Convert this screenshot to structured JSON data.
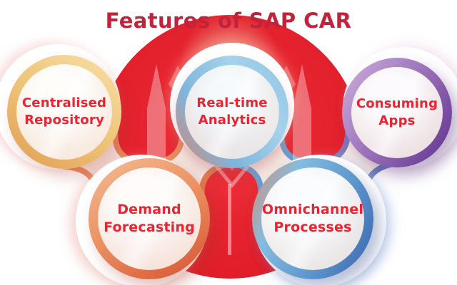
{
  "title": {
    "text": "Features of SAP CAR"
  },
  "bubbles": [
    {
      "id": "centralised-repository",
      "line1": "Centralised",
      "line2": "Repository",
      "ring_colors": [
        "#F7DCA0",
        "#E2A058"
      ]
    },
    {
      "id": "real-time-analytics",
      "line1": "Real-time",
      "line2": "Analytics",
      "ring_colors": [
        "#A5D2EB",
        "#7FB5DC"
      ]
    },
    {
      "id": "consuming-apps",
      "line1": "Consuming",
      "line2": "Apps",
      "ring_colors": [
        "#C9ABD9",
        "#6C3F97"
      ]
    },
    {
      "id": "demand-forecasting",
      "line1": "Demand",
      "line2": "Forecasting",
      "ring_colors": [
        "#F4B88F",
        "#DA5E3A"
      ]
    },
    {
      "id": "omnichannel-processes",
      "line1": "Omnichannel",
      "line2": "Processes",
      "ring_colors": [
        "#85BCE0",
        "#3A64AC"
      ]
    }
  ],
  "colors": {
    "title_text": "#C2233B",
    "label_text": "#EE2231",
    "background_blob": "#E4202C",
    "connector_fill": "#F6E9E3",
    "watermark": "#FFFFFF"
  },
  "watermark": {
    "name": "m-logo"
  }
}
